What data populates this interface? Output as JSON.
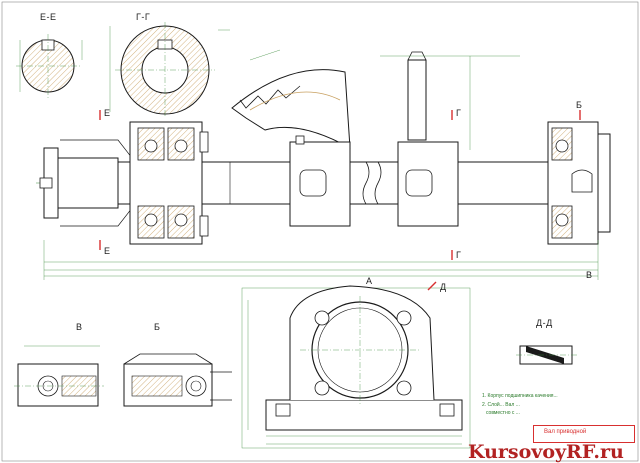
{
  "sections": {
    "ee": "Е-Е",
    "gg": "Г-Г",
    "b_view": "Б",
    "v_view": "В",
    "b_view2": "Б",
    "a_label": "А",
    "dd": "Д-Д",
    "e_marker": "Е",
    "g_marker": "Г",
    "b_marker": "Б",
    "v_marker": "В",
    "d_marker": "Д"
  },
  "notes": {
    "line1": "1. Корпус подшипника качения...",
    "line2": "2. Слой... Вал ...",
    "line3": "совместно с ..."
  },
  "title_block": {
    "text": "Вал приводной"
  },
  "watermark": {
    "brand": "Kursovoy",
    "suffix": "RF",
    "tld": ".ru"
  },
  "colors": {
    "line": "#1a1a1a",
    "dim": "#3a8a3a",
    "hatch": "#c8a060",
    "accent": "#d83030",
    "watermark": "#b22222"
  }
}
